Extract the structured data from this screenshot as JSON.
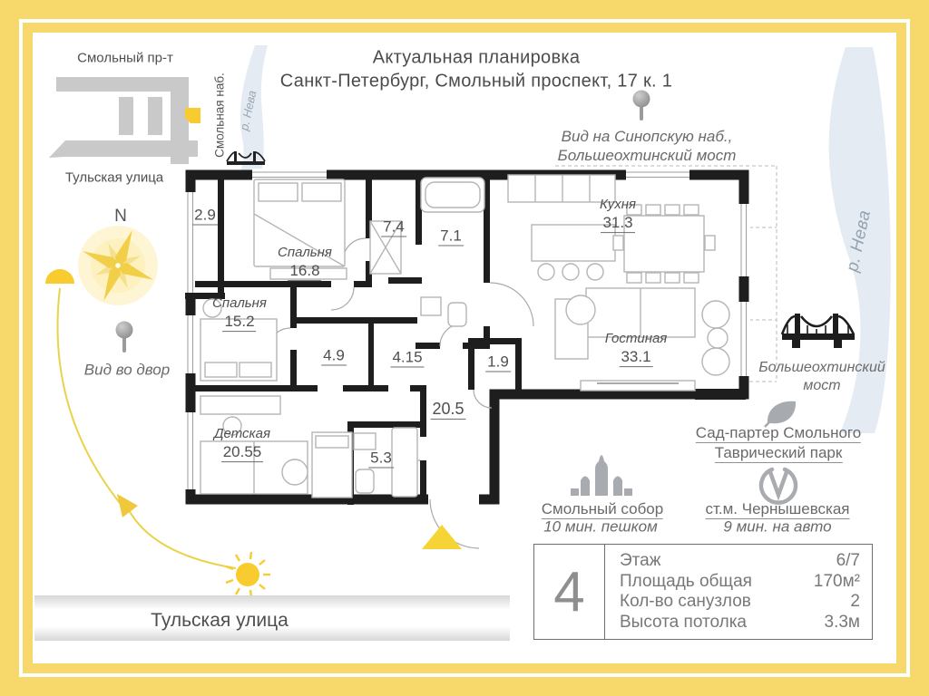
{
  "header": {
    "title": "Актуальная планировка",
    "subtitle": "Санкт-Петербург, Смольный проспект, 17 к. 1"
  },
  "minimap": {
    "street_top": "Смольный пр-т",
    "street_bottom": "Тульская улица",
    "embankment": "Смольная наб.",
    "river": "р. Нева"
  },
  "compass": {
    "north": "N"
  },
  "notes": {
    "view_embankment_line1": "Вид на Синопскую наб.,",
    "view_embankment_line2": "Большеохтинский мост",
    "view_yard": "Вид во двор"
  },
  "right_side": {
    "river": "р. Нева",
    "bridge_line1": "Большеохтинский",
    "bridge_line2": "мост",
    "park_line1": "Сад-партер Смольного",
    "park_line2": "Таврический парк"
  },
  "poi": {
    "cathedral_name": "Смольный собор",
    "cathedral_eta": "10 мин. пешком",
    "metro_name": "ст.м. Чернышевская",
    "metro_eta": "9 мин. на авто"
  },
  "street_band": {
    "label": "Тульская улица"
  },
  "rooms": [
    {
      "name": "Спальня",
      "area": "16.8"
    },
    {
      "name": "Спальня",
      "area": "15.2"
    },
    {
      "name": "Детская",
      "area": "20.55"
    },
    {
      "name": "Кухня",
      "area": "31.3"
    },
    {
      "name": "Гостиная",
      "area": "33.1"
    },
    {
      "name": "",
      "area": "2.9"
    },
    {
      "name": "",
      "area": "7.4"
    },
    {
      "name": "",
      "area": "7.1"
    },
    {
      "name": "",
      "area": "4.9"
    },
    {
      "name": "",
      "area": "4.15"
    },
    {
      "name": "",
      "area": "1.9"
    },
    {
      "name": "",
      "area": "20.5"
    },
    {
      "name": "",
      "area": "5.3"
    }
  ],
  "info": {
    "rooms_count": "4",
    "rows": [
      {
        "label": "Этаж",
        "value": "6/7"
      },
      {
        "label": "Площадь общая",
        "value": "170м²"
      },
      {
        "label": "Кол-во санузлов",
        "value": "2"
      },
      {
        "label": "Высота потолка",
        "value": "3.3м"
      }
    ]
  },
  "icons": {
    "pin": "map-pin-icon",
    "bridge": "bridge-icon",
    "leaf": "leaf-icon",
    "cathedral": "cathedral-icon",
    "metro": "metro-logo-icon",
    "sun": "sun-icon",
    "compass_rose": "compass-rose-icon",
    "entrance_arrow": "entrance-arrow-icon",
    "location_marker": "location-marker-icon"
  },
  "colors": {
    "frame": "#f7d96b",
    "accent_yellow": "#f8cb2e",
    "wall": "#1e1e1e",
    "river": "#e4ebf2",
    "icon_gray": "#a8abaf",
    "building_gray": "#c9c9c9",
    "text": "#4f4f4f"
  }
}
